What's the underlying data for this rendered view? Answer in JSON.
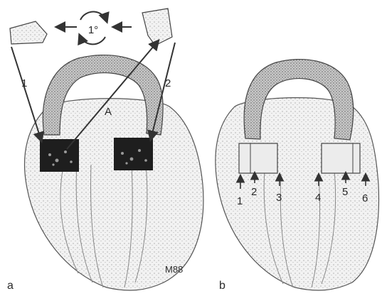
{
  "panel_a": {
    "panel_label": "a",
    "center_step_label": "1°",
    "arrow_label_left": "1",
    "arrow_label_right": "2",
    "arrow_label_diagonal": "A",
    "artist_signature": "M88"
  },
  "panel_b": {
    "panel_label": "b",
    "position_labels": [
      "1",
      "2",
      "3",
      "4",
      "5",
      "6"
    ]
  }
}
